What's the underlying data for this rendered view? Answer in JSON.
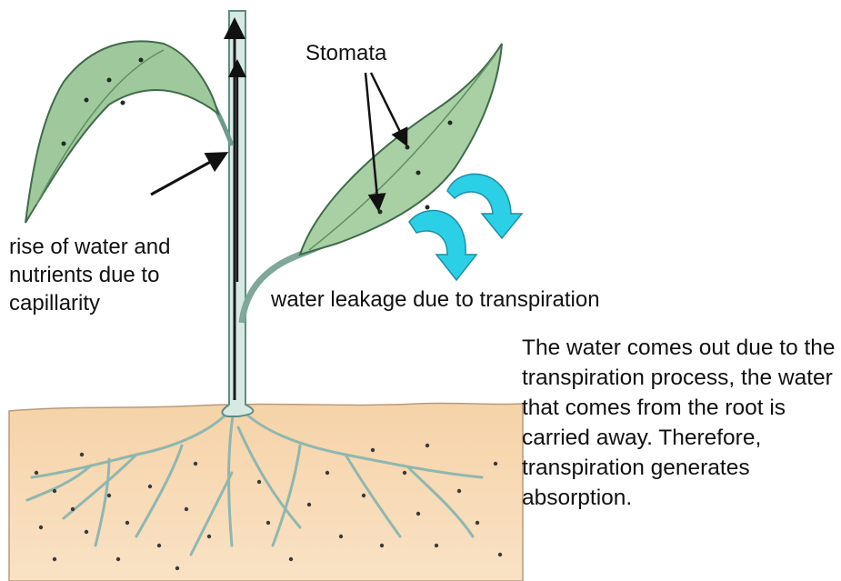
{
  "labels": {
    "stomata": "Stomata",
    "capillarity": "rise of water and nutrients due to capillarity",
    "transpiration": "water leakage due to transpiration",
    "explanation": "The water comes out due to the transpiration process, the water that comes from the root is carried away. Therefore, transpiration generates absorption."
  },
  "colors": {
    "soil": "#f2cfa4",
    "leaf": "#9ec79a",
    "stem": "#cfe4de",
    "water_arrow": "#2bd0e6"
  }
}
